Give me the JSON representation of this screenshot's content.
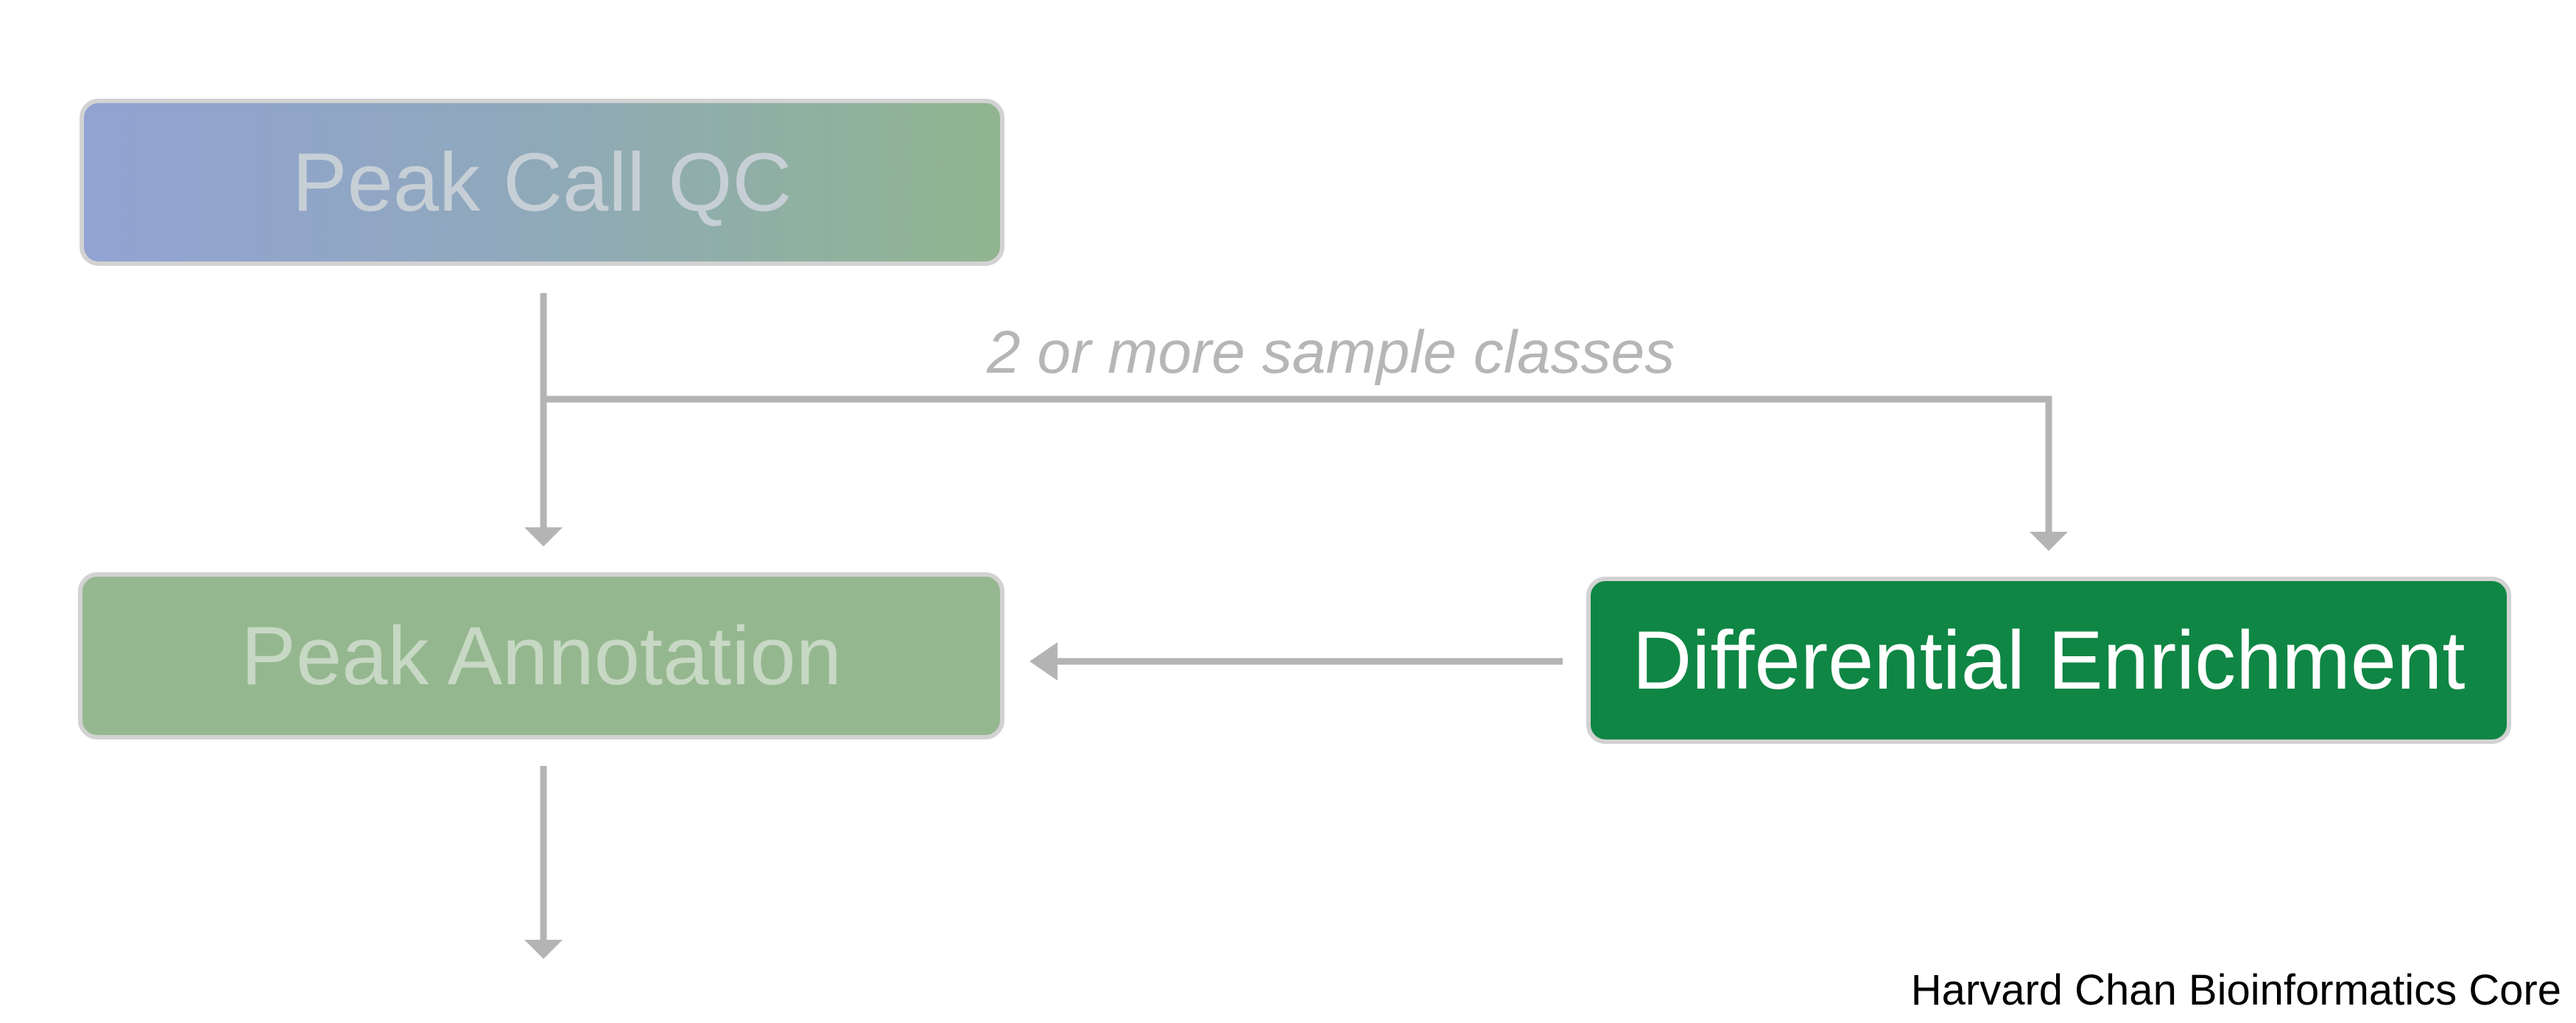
{
  "nodes": {
    "peak_call_qc": "Peak Call QC",
    "peak_annotation": "Peak Annotation",
    "differential_enrichment": "Differential Enrichment"
  },
  "edges": {
    "branch_label": "2 or more sample classes"
  },
  "footer": {
    "credit": "Harvard Chan Bioinformatics Core"
  },
  "colors": {
    "connector": "#b4b4b4",
    "highlight_box": "#0f8644",
    "faded_green_box": "#95b78f",
    "faded_blue": "#92a2d3"
  }
}
